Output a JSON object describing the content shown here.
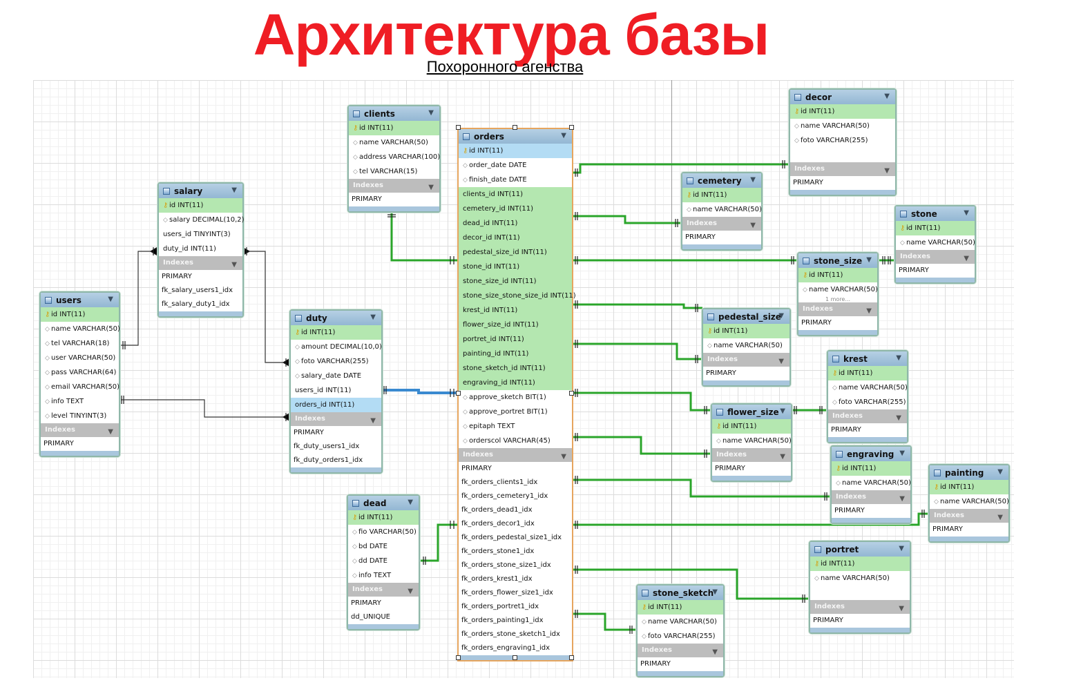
{
  "title": "Архитектура базы",
  "subtitle": "Похоронного агенства",
  "indexes_label": "Indexes",
  "tables": {
    "users": {
      "name": "users",
      "columns": [
        {
          "t": "pk",
          "text": "id INT(11)"
        },
        {
          "t": "col",
          "text": "name VARCHAR(50)"
        },
        {
          "t": "col",
          "text": "tel VARCHAR(18)"
        },
        {
          "t": "col",
          "text": "user VARCHAR(50)"
        },
        {
          "t": "col",
          "text": "pass VARCHAR(64)"
        },
        {
          "t": "col",
          "text": "email VARCHAR(50)"
        },
        {
          "t": "col",
          "text": "info TEXT"
        },
        {
          "t": "col",
          "text": "level TINYINT(3)"
        }
      ],
      "indexes": [
        "PRIMARY"
      ]
    },
    "salary": {
      "name": "salary",
      "columns": [
        {
          "t": "pk",
          "text": "id INT(11)"
        },
        {
          "t": "col",
          "text": "salary DECIMAL(10,2)"
        },
        {
          "t": "plain",
          "text": "users_id TINYINT(3)"
        },
        {
          "t": "plain",
          "text": "duty_id INT(11)"
        }
      ],
      "indexes": [
        "PRIMARY",
        "fk_salary_users1_idx",
        "fk_salary_duty1_idx"
      ]
    },
    "duty": {
      "name": "duty",
      "columns": [
        {
          "t": "pk",
          "text": "id INT(11)"
        },
        {
          "t": "col",
          "text": "amount DECIMAL(10,0)"
        },
        {
          "t": "col",
          "text": "foto VARCHAR(255)"
        },
        {
          "t": "col",
          "text": "salary_date DATE"
        },
        {
          "t": "plain",
          "text": "users_id INT(11)"
        },
        {
          "t": "hl",
          "text": "orders_id INT(11)"
        }
      ],
      "indexes": [
        "PRIMARY",
        "fk_duty_users1_idx",
        "fk_duty_orders1_idx"
      ]
    },
    "clients": {
      "name": "clients",
      "columns": [
        {
          "t": "pk",
          "text": "id INT(11)"
        },
        {
          "t": "col",
          "text": "name VARCHAR(50)"
        },
        {
          "t": "col",
          "text": "address VARCHAR(100)"
        },
        {
          "t": "col",
          "text": "tel VARCHAR(15)"
        }
      ],
      "indexes": [
        "PRIMARY"
      ]
    },
    "dead": {
      "name": "dead",
      "columns": [
        {
          "t": "pk",
          "text": "id INT(11)"
        },
        {
          "t": "col",
          "text": "fio VARCHAR(50)"
        },
        {
          "t": "col",
          "text": "bd DATE"
        },
        {
          "t": "col",
          "text": "dd DATE"
        },
        {
          "t": "col",
          "text": "info TEXT"
        }
      ],
      "indexes": [
        "PRIMARY",
        "dd_UNIQUE"
      ]
    },
    "orders": {
      "name": "orders",
      "columns": [
        {
          "t": "hlpk",
          "text": "id INT(11)"
        },
        {
          "t": "col",
          "text": "order_date DATE"
        },
        {
          "t": "col",
          "text": "finish_date DATE"
        },
        {
          "t": "fk",
          "text": "clients_id INT(11)"
        },
        {
          "t": "fk",
          "text": "cemetery_id INT(11)"
        },
        {
          "t": "fk",
          "text": "dead_id INT(11)"
        },
        {
          "t": "fk",
          "text": "decor_id INT(11)"
        },
        {
          "t": "fk",
          "text": "pedestal_size_id INT(11)"
        },
        {
          "t": "fk",
          "text": "stone_id INT(11)"
        },
        {
          "t": "fk",
          "text": "stone_size_id INT(11)"
        },
        {
          "t": "fk",
          "text": "stone_size_stone_size_id INT(11)"
        },
        {
          "t": "fk",
          "text": "krest_id INT(11)"
        },
        {
          "t": "fk",
          "text": "flower_size_id INT(11)"
        },
        {
          "t": "fk",
          "text": "portret_id INT(11)"
        },
        {
          "t": "fk",
          "text": "painting_id INT(11)"
        },
        {
          "t": "fk",
          "text": "stone_sketch_id INT(11)"
        },
        {
          "t": "fk",
          "text": "engraving_id INT(11)"
        },
        {
          "t": "col",
          "text": "approve_sketch BIT(1)"
        },
        {
          "t": "col",
          "text": "approve_portret BIT(1)"
        },
        {
          "t": "col",
          "text": "epitaph TEXT"
        },
        {
          "t": "col",
          "text": "orderscol VARCHAR(45)"
        }
      ],
      "indexes": [
        "PRIMARY",
        "fk_orders_clients1_idx",
        "fk_orders_cemetery1_idx",
        "fk_orders_dead1_idx",
        "fk_orders_decor1_idx",
        "fk_orders_pedestal_size1_idx",
        "fk_orders_stone1_idx",
        "fk_orders_stone_size1_idx",
        "fk_orders_krest1_idx",
        "fk_orders_flower_size1_idx",
        "fk_orders_portret1_idx",
        "fk_orders_painting1_idx",
        "fk_orders_stone_sketch1_idx",
        "fk_orders_engraving1_idx"
      ]
    },
    "decor": {
      "name": "decor",
      "columns": [
        {
          "t": "pk",
          "text": "id INT(11)"
        },
        {
          "t": "col",
          "text": "name VARCHAR(50)"
        },
        {
          "t": "col",
          "text": "foto VARCHAR(255)"
        },
        {
          "t": "blank",
          "text": ""
        }
      ],
      "indexes": [
        "PRIMARY"
      ]
    },
    "cemetery": {
      "name": "cemetery",
      "columns": [
        {
          "t": "pk",
          "text": "id INT(11)"
        },
        {
          "t": "col",
          "text": "name VARCHAR(50)"
        }
      ],
      "indexes": [
        "PRIMARY"
      ]
    },
    "stone": {
      "name": "stone",
      "columns": [
        {
          "t": "pk",
          "text": "id INT(11)"
        },
        {
          "t": "col",
          "text": "name VARCHAR(50)"
        }
      ],
      "indexes": [
        "PRIMARY"
      ]
    },
    "stone_size": {
      "name": "stone_size",
      "columns": [
        {
          "t": "pk",
          "text": "id INT(11)"
        },
        {
          "t": "col",
          "text": "name VARCHAR(50)"
        }
      ],
      "more": "1 more...",
      "indexes": [
        "PRIMARY"
      ]
    },
    "pedestal_size": {
      "name": "pedestal_size",
      "columns": [
        {
          "t": "pk",
          "text": "id INT(11)"
        },
        {
          "t": "col",
          "text": "name VARCHAR(50)"
        }
      ],
      "indexes": [
        "PRIMARY"
      ]
    },
    "krest": {
      "name": "krest",
      "columns": [
        {
          "t": "pk",
          "text": "id INT(11)"
        },
        {
          "t": "col",
          "text": "name VARCHAR(50)"
        },
        {
          "t": "col",
          "text": "foto VARCHAR(255)"
        }
      ],
      "indexes": [
        "PRIMARY"
      ]
    },
    "flower_size": {
      "name": "flower_size",
      "columns": [
        {
          "t": "pk",
          "text": "id INT(11)"
        },
        {
          "t": "col",
          "text": "name VARCHAR(50)"
        }
      ],
      "indexes": [
        "PRIMARY"
      ]
    },
    "engraving": {
      "name": "engraving",
      "columns": [
        {
          "t": "pk",
          "text": "id INT(11)"
        },
        {
          "t": "col",
          "text": "name VARCHAR(50)"
        }
      ],
      "indexes": [
        "PRIMARY"
      ]
    },
    "painting": {
      "name": "painting",
      "columns": [
        {
          "t": "pk",
          "text": "id INT(11)"
        },
        {
          "t": "col",
          "text": "name VARCHAR(50)"
        }
      ],
      "indexes": [
        "PRIMARY"
      ]
    },
    "portret": {
      "name": "portret",
      "columns": [
        {
          "t": "pk",
          "text": "id INT(11)"
        },
        {
          "t": "col",
          "text": "name VARCHAR(50)"
        },
        {
          "t": "blank",
          "text": ""
        }
      ],
      "indexes": [
        "PRIMARY"
      ]
    },
    "stone_sketch": {
      "name": "stone_sketch",
      "columns": [
        {
          "t": "pk",
          "text": "id INT(11)"
        },
        {
          "t": "col",
          "text": "name VARCHAR(50)"
        },
        {
          "t": "col",
          "text": "foto VARCHAR(255)"
        }
      ],
      "indexes": [
        "PRIMARY"
      ]
    }
  }
}
